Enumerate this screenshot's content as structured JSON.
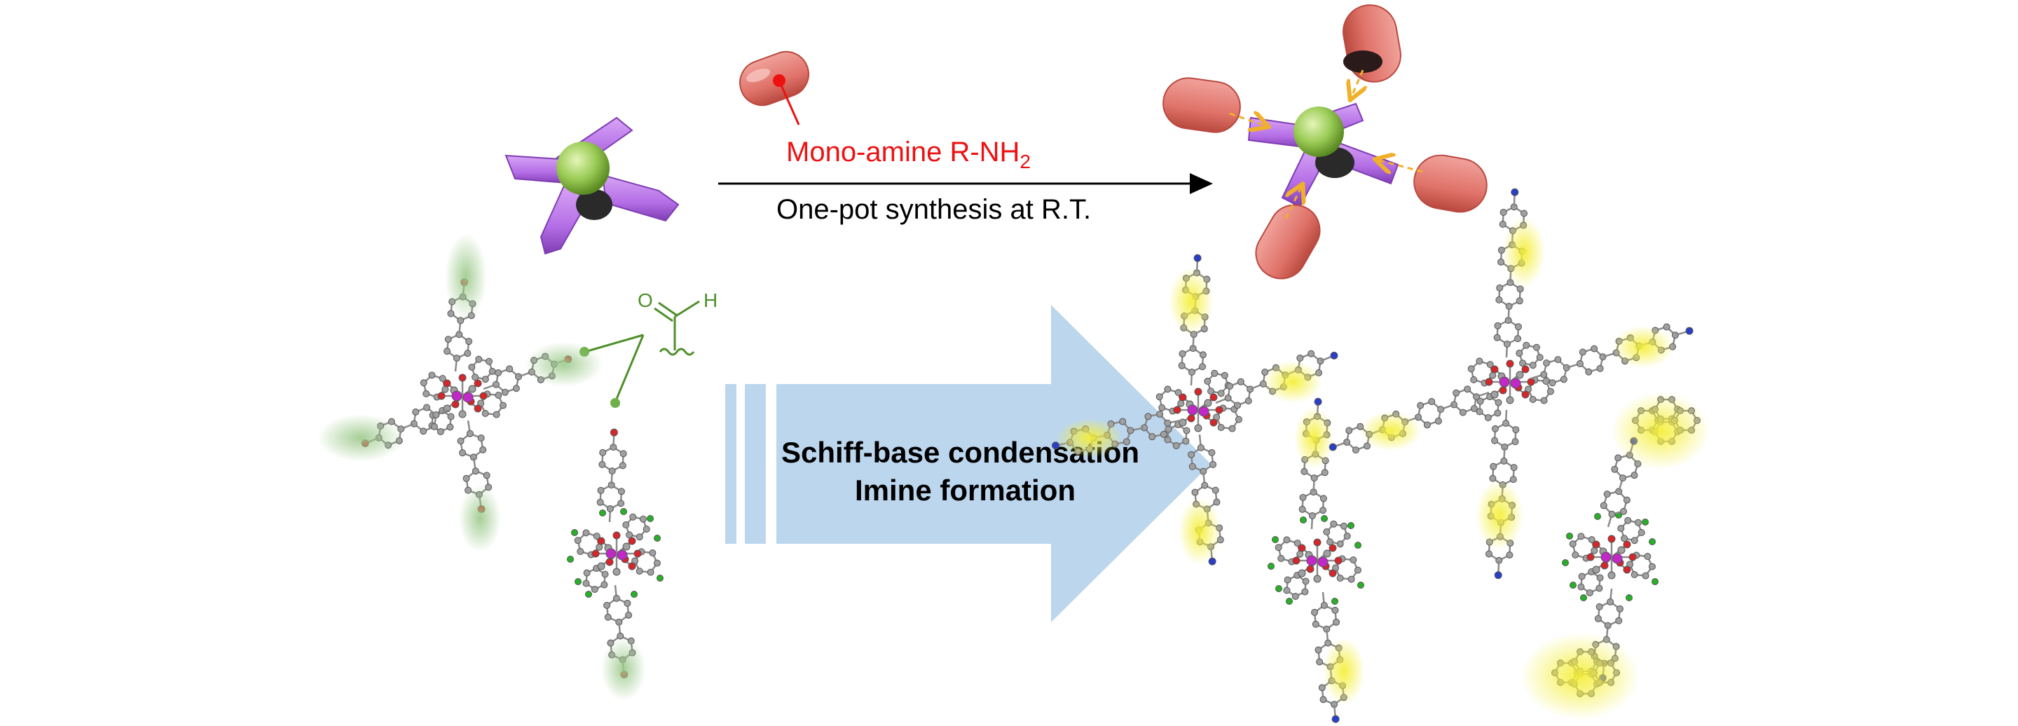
{
  "reaction": {
    "reagent_label": "Mono-amine R-NH",
    "reagent_subscript": "2",
    "condition_label": "One-pot synthesis at R.T.",
    "process_line1": "Schiff-base condensation",
    "process_line2": "Imine formation"
  },
  "aldehyde": {
    "oxygen": "O",
    "hydrogen": "H"
  },
  "colors": {
    "linker_arm": "#b46ee6",
    "metal_core": "#9ccc57",
    "amine_cap": "#e0736a",
    "reagent_text": "#ee1111",
    "big_arrow": "#bcd6ee",
    "aldehyde_green": "#4f8f2a",
    "aldehyde_halo": "#9cc98a",
    "pyrene_halo": "#f4ef3a",
    "atom_carbon": "#a0a0a0",
    "atom_oxygen": "#d6262a",
    "atom_metal": "#c228c8",
    "atom_chlorine": "#28b028",
    "atom_nitrogen": "#2a3fc8",
    "guide_arrow": "#f0b02a"
  }
}
